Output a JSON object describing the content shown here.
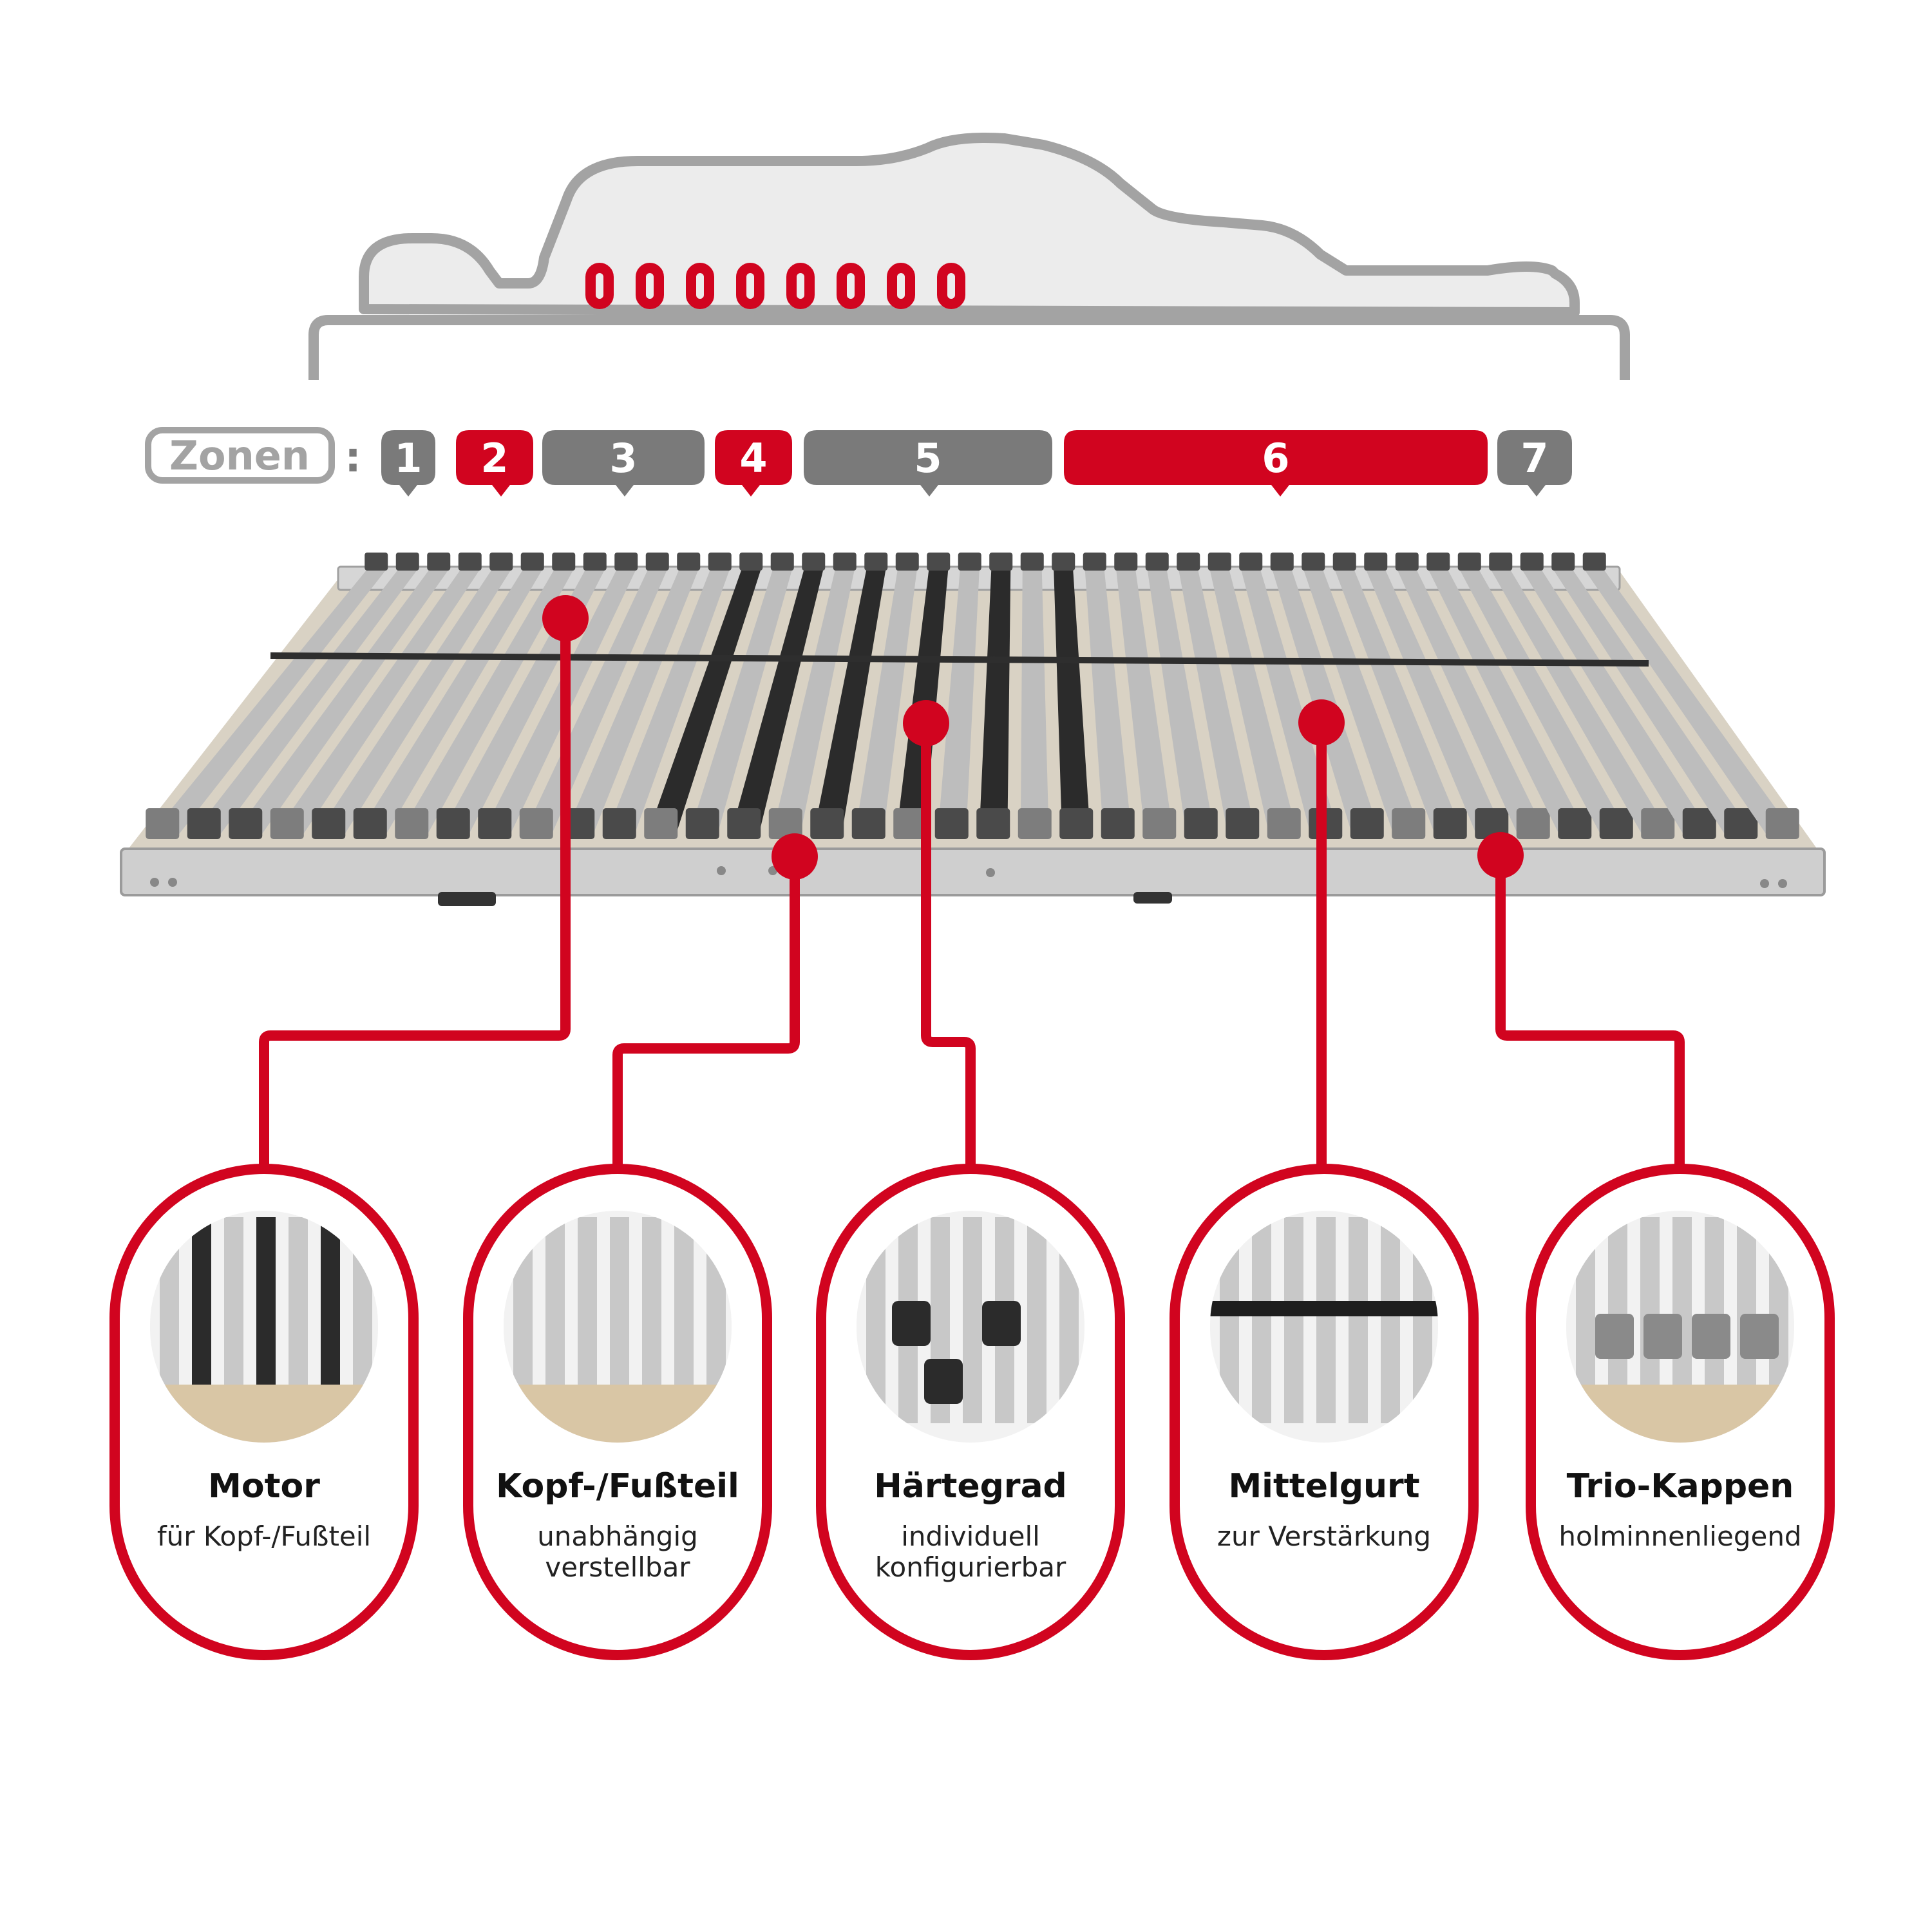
{
  "colors": {
    "accent": "#d1041f",
    "zone_grey": "#7a7a7a",
    "outline_grey": "#a3a3a3",
    "body_fill": "#ececec",
    "slat": "#bdbdbd",
    "cap": "#4a4a4a"
  },
  "zones": {
    "label": "Zonen",
    "separator": ":",
    "items": [
      {
        "label": "1",
        "highlight": false
      },
      {
        "label": "2",
        "highlight": true
      },
      {
        "label": "3",
        "highlight": false
      },
      {
        "label": "4",
        "highlight": true
      },
      {
        "label": "5",
        "highlight": false
      },
      {
        "label": "6",
        "highlight": true
      },
      {
        "label": "7",
        "highlight": false
      }
    ]
  },
  "pressure_markers": {
    "count": 8
  },
  "features": [
    {
      "title": "Motor",
      "desc_lines": [
        "für Kopf-/Fußteil"
      ],
      "icon": "motor-closeup-photo"
    },
    {
      "title": "Kopf-/Fußteil",
      "desc_lines": [
        "unabhängig",
        "verstellbar"
      ],
      "icon": "adjustable-frame-photo"
    },
    {
      "title": "Härtegrad",
      "desc_lines": [
        "individuell",
        "konfigurierbar"
      ],
      "icon": "firmness-slider-photo"
    },
    {
      "title": "Mittelgurt",
      "desc_lines": [
        "zur Verstärkung"
      ],
      "icon": "center-strap-photo"
    },
    {
      "title": "Trio-Kappen",
      "desc_lines": [
        "holminnenliegend"
      ],
      "icon": "trio-caps-photo"
    }
  ]
}
